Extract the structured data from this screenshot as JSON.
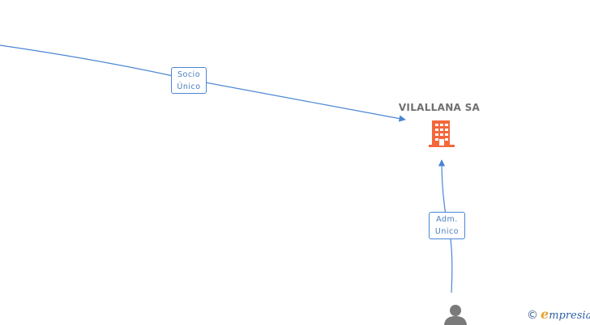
{
  "nodes": {
    "company": {
      "name": "VILALLANA SA",
      "icon": "building-icon",
      "color": "#f4673a"
    },
    "person": {
      "icon": "person-icon",
      "color": "#7a7a7a"
    }
  },
  "edges": [
    {
      "from": "offscreen-node",
      "to": "company",
      "label_line1": "Socio",
      "label_line2": "Único"
    },
    {
      "from": "person",
      "to": "company",
      "label_line1": "Adm.",
      "label_line2": "Unico"
    }
  ],
  "colors": {
    "edge": "#4a86d4",
    "label_text": "#4a7ec0"
  },
  "watermark": {
    "copyright": "©",
    "brand_initial": "e",
    "brand_rest": "mpresia"
  }
}
